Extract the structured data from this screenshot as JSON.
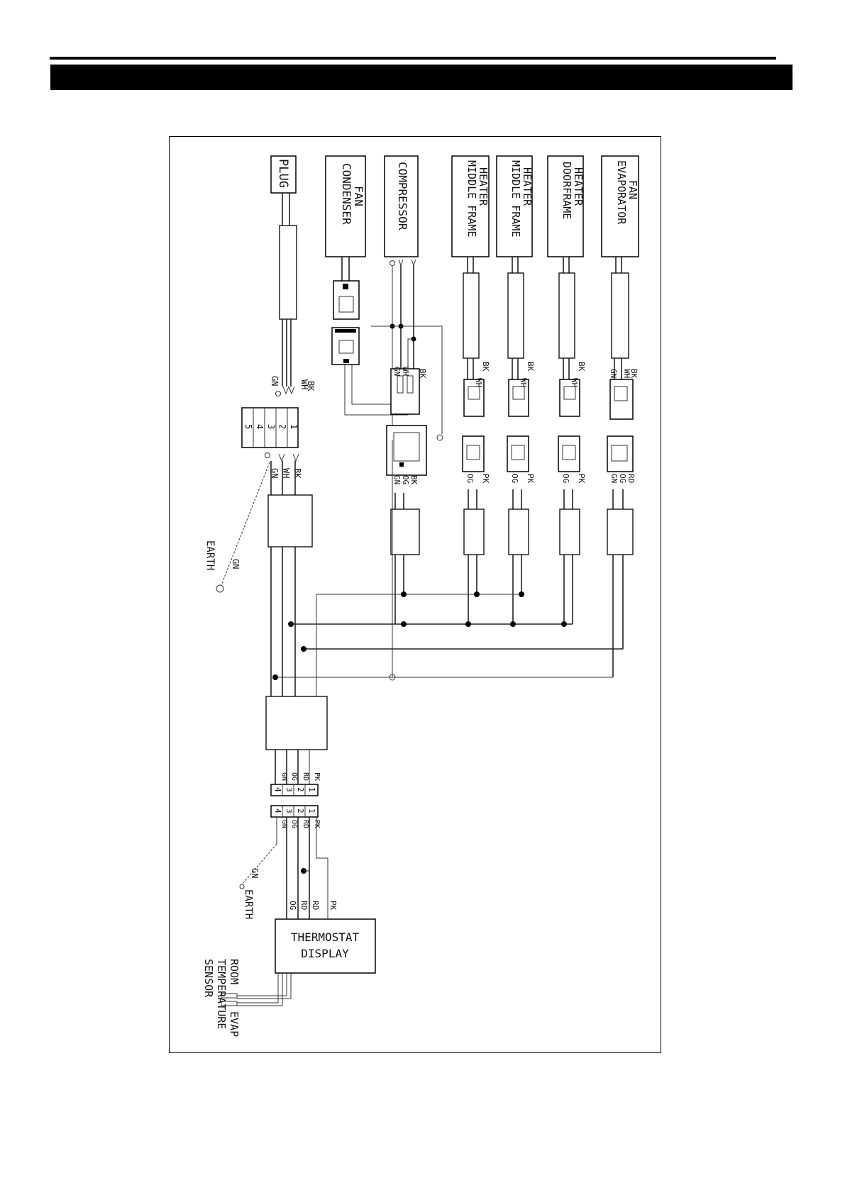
{
  "components": {
    "plug": "PLUG",
    "condenser_fan": [
      "CONDENSER",
      "FAN"
    ],
    "compressor": "COMPRESSOR",
    "middle_frame_heater_1": [
      "MIDDLE FRAME",
      "HEATER"
    ],
    "middle_frame_heater_2": [
      "MIDDLE FRAME",
      "HEATER"
    ],
    "door_frame_heater": [
      "DOORFRAME",
      "HEATER"
    ],
    "evaporator_fan": [
      "EVAPORATOR",
      "FAN"
    ],
    "thermostat_display": [
      "THERMOSTAT",
      "DISPLAY"
    ]
  },
  "terminal_block": [
    "1",
    "2",
    "3",
    "4",
    "5"
  ],
  "connector_4a": [
    "1",
    "2",
    "3",
    "4"
  ],
  "connector_4b": [
    "1",
    "2",
    "3",
    "4"
  ],
  "wire_codes": {
    "bk": "BK",
    "wh": "WH",
    "gn": "GN",
    "pk": "PK",
    "og": "OG",
    "rd": "RD"
  },
  "labels": {
    "earth": "EARTH",
    "gn": "GN",
    "sensor_room": "ROOM",
    "sensor_evap": "EVAP",
    "sensor_line2": "TEMPERATURE",
    "sensor_line3": "SENSOR"
  }
}
